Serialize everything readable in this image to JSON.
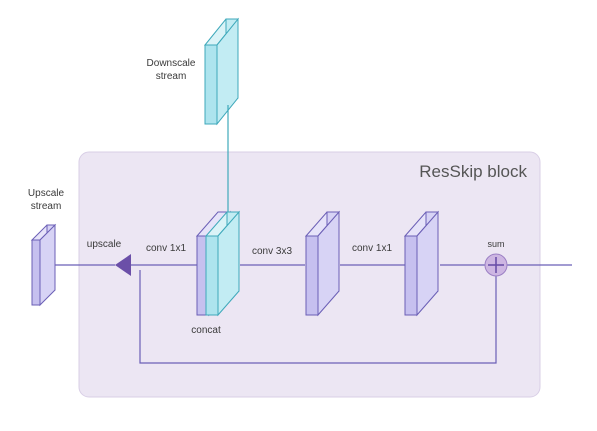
{
  "block": {
    "title": "ResSkip block"
  },
  "labels": {
    "downscale_line1": "Downscale",
    "downscale_line2": "stream",
    "upscale_stream_line1": "Upscale",
    "upscale_stream_line2": "stream",
    "upscale": "upscale",
    "conv1x1_left": "conv 1x1",
    "conv3x3": "conv 3x3",
    "conv1x1_right": "conv 1x1",
    "concat": "concat",
    "sum": "sum"
  },
  "colors": {
    "block_fill": "#ece6f3",
    "block_stroke": "#d9cfe6",
    "purple_fill": "#d7d3f5",
    "purple_stroke": "#6b5fb6",
    "cyan_fill": "#c2ecf3",
    "cyan_stroke": "#3fa9bb",
    "line_purple": "#6b5fb6",
    "line_cyan": "#3fa9bb",
    "sum_fill": "#cdb6e2",
    "text": "#3a3a3a"
  }
}
